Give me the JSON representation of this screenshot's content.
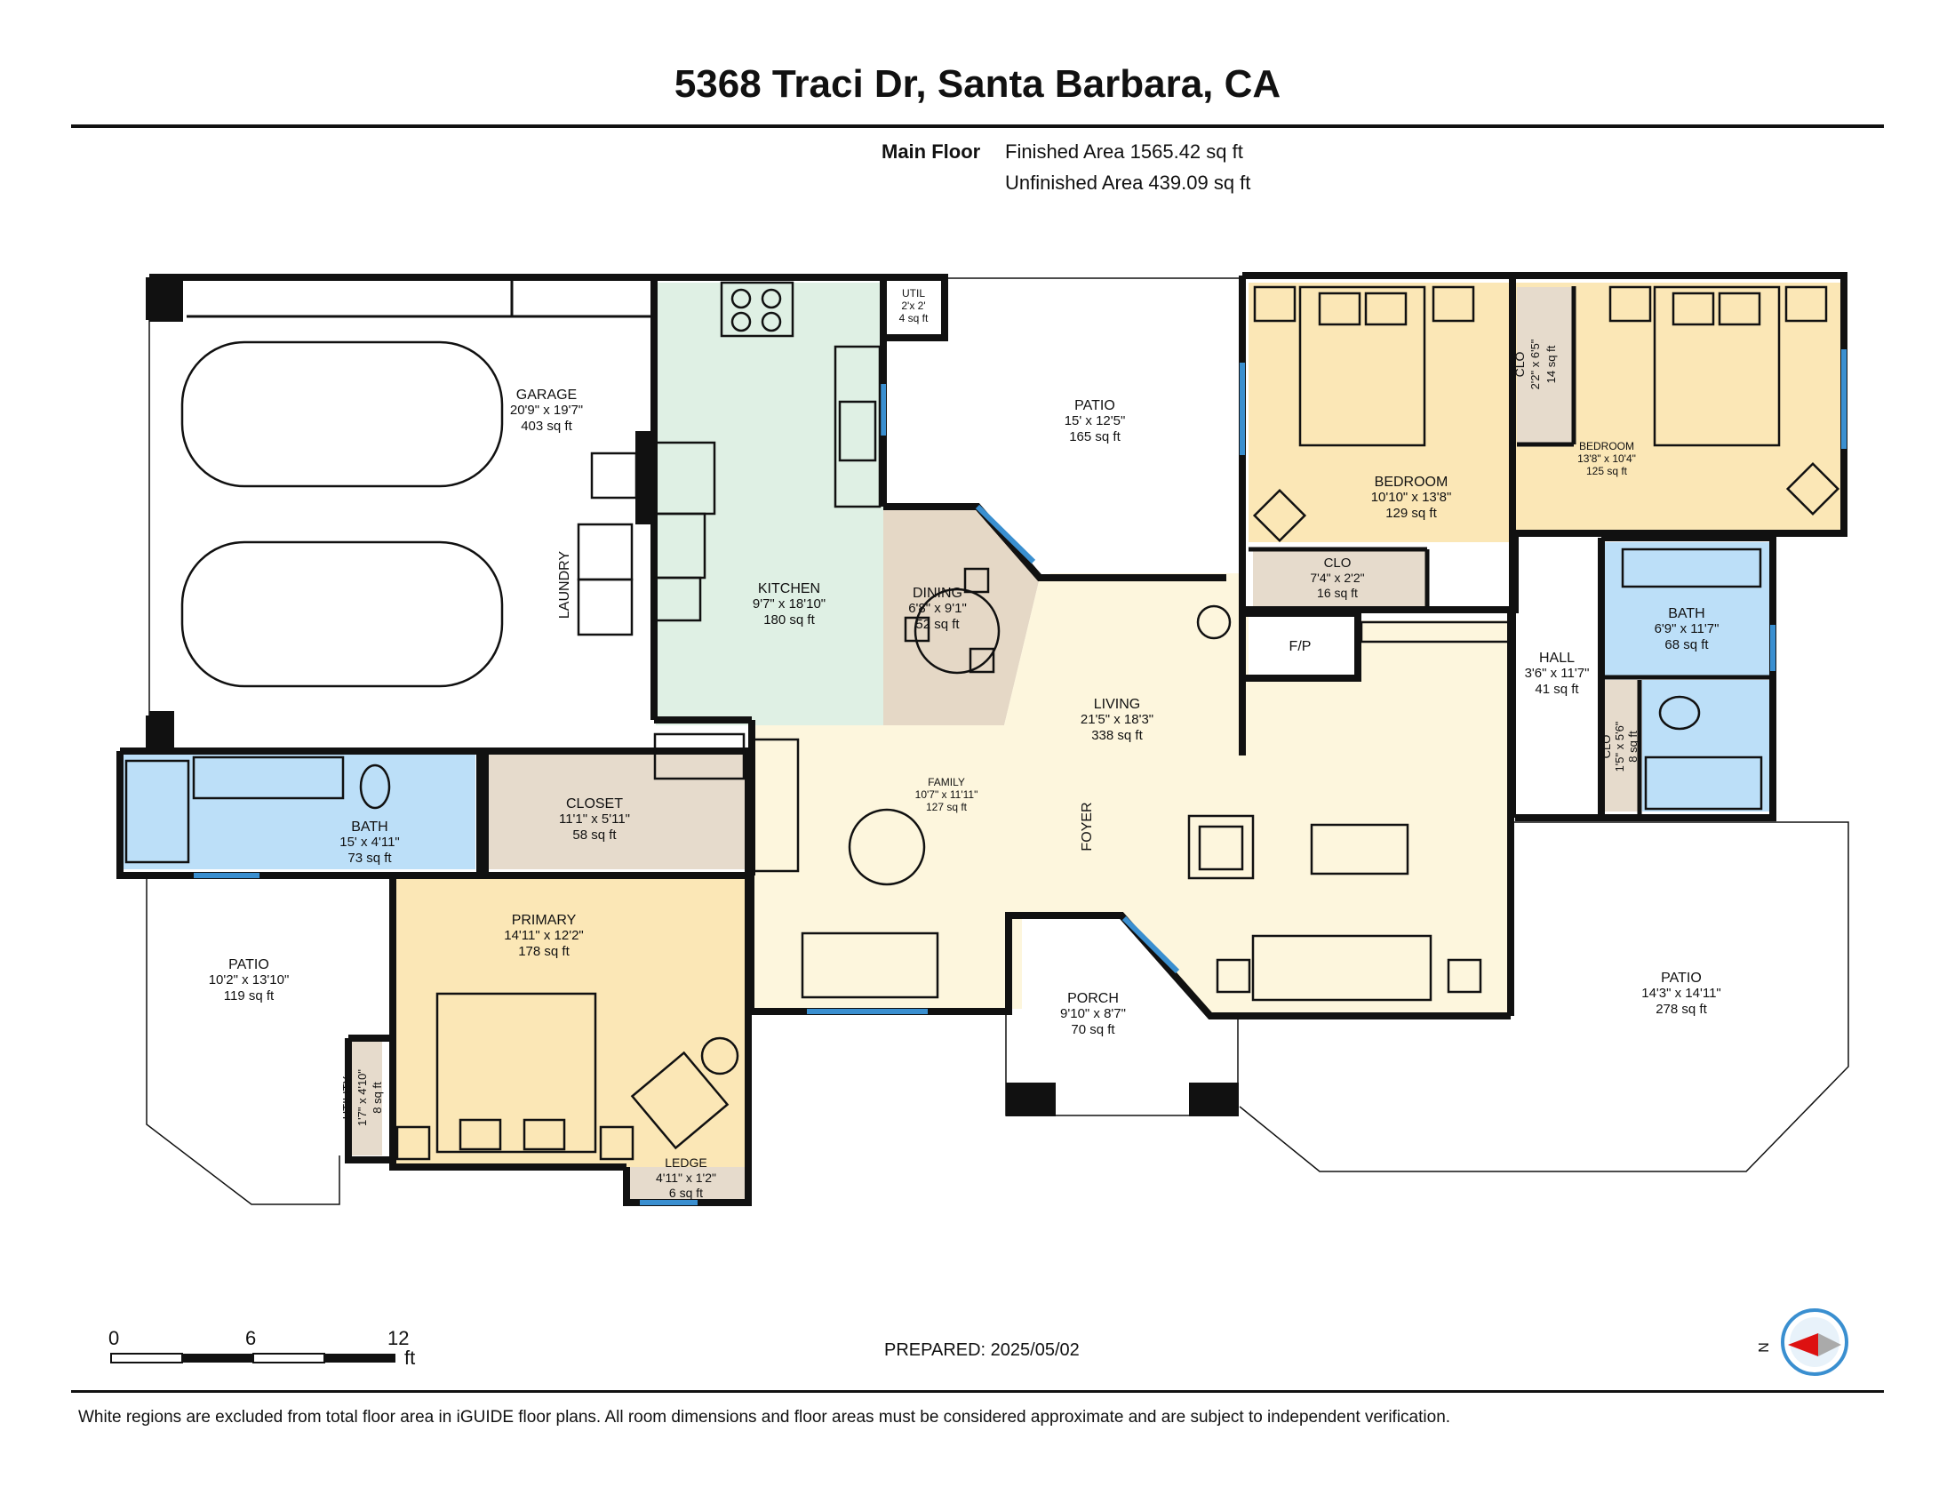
{
  "title": "5368 Traci Dr, Santa Barbara, CA",
  "summary": {
    "floor_label": "Main Floor",
    "finished": "Finished Area 1565.42 sq ft",
    "unfinished": "Unfinished Area 439.09 sq ft"
  },
  "rooms": {
    "garage": {
      "name": "GARAGE",
      "dims": "20'9\" x 19'7\"",
      "area": "403 sq ft"
    },
    "laundry": {
      "name": "LAUNDRY"
    },
    "kitchen": {
      "name": "KITCHEN",
      "dims": "9'7\" x 18'10\"",
      "area": "180 sq ft"
    },
    "util": {
      "name": "UTIL",
      "dims": "2'x 2'",
      "area": "4 sq ft"
    },
    "patio_top": {
      "name": "PATIO",
      "dims": "15' x 12'5\"",
      "area": "165 sq ft"
    },
    "bedroom1": {
      "name": "BEDROOM",
      "dims": "10'10\" x 13'8\"",
      "area": "129 sq ft"
    },
    "clo_top": {
      "name": "CLO",
      "dims": "2'2\" x 6'5\"",
      "area": "14 sq ft"
    },
    "bedroom2": {
      "name": "BEDROOM",
      "dims": "13'8\" x 10'4\"",
      "area": "125 sq ft"
    },
    "dining": {
      "name": "DINING",
      "dims": "6'8\" x 9'1\"",
      "area": "52 sq ft"
    },
    "clo_mid": {
      "name": "CLO",
      "dims": "7'4\" x 2'2\"",
      "area": "16 sq ft"
    },
    "fp": {
      "name": "F/P"
    },
    "bath_right": {
      "name": "BATH",
      "dims": "6'9\" x 11'7\"",
      "area": "68 sq ft"
    },
    "hall": {
      "name": "HALL",
      "dims": "3'6\" x 11'7\"",
      "area": "41 sq ft"
    },
    "clo_hall": {
      "name": "CLO",
      "dims": "1'5\" x 5'6\"",
      "area": "8 sq ft"
    },
    "living": {
      "name": "LIVING",
      "dims": "21'5\" x 18'3\"",
      "area": "338 sq ft"
    },
    "family": {
      "name": "FAMILY",
      "dims": "10'7\" x 11'11\"",
      "area": "127 sq ft"
    },
    "foyer": {
      "name": "FOYER"
    },
    "bath_left": {
      "name": "BATH",
      "dims": "15' x 4'11\"",
      "area": "73 sq ft"
    },
    "closet": {
      "name": "CLOSET",
      "dims": "11'1\" x 5'11\"",
      "area": "58 sq ft"
    },
    "primary": {
      "name": "PRIMARY",
      "dims": "14'11\" x 12'2\"",
      "area": "178 sq ft"
    },
    "patio_left": {
      "name": "PATIO",
      "dims": "10'2\" x 13'10\"",
      "area": "119 sq ft"
    },
    "utility": {
      "name": "UTILITY",
      "dims": "1'7\" x 4'10\"",
      "area": "8 sq ft"
    },
    "ledge": {
      "name": "LEDGE",
      "dims": "4'11\" x 1'2\"",
      "area": "6 sq ft"
    },
    "porch": {
      "name": "PORCH",
      "dims": "9'10\" x 8'7\"",
      "area": "70 sq ft"
    },
    "patio_right": {
      "name": "PATIO",
      "dims": "14'3\" x 14'11\"",
      "area": "278 sq ft"
    }
  },
  "scale": {
    "t0": "0",
    "t6": "6",
    "t12": "12",
    "unit": "ft"
  },
  "compass": {
    "label": "N"
  },
  "prepared": "PREPARED: 2025/05/02",
  "footer": "White regions are excluded from total floor area in iGUIDE floor plans. All room dimensions and floor areas must be considered approximate and are subject to independent verification.",
  "colors": {
    "bedroom": "#fbe7b6",
    "living": "#fdf6dd",
    "bath": "#bcdff8",
    "kitchen": "#dff0e4",
    "closet": "#e6dbcc",
    "dining": "#e5d8c6",
    "wall": "#111111",
    "window": "#3a8fd0"
  }
}
